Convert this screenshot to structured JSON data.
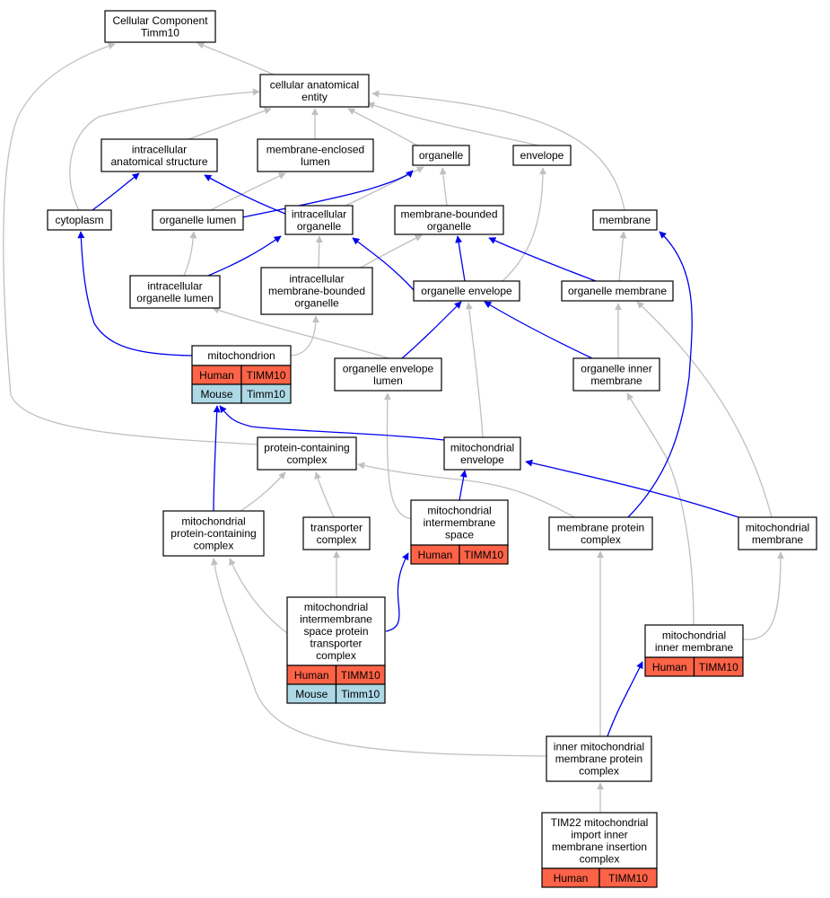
{
  "colors": {
    "grey_edge": "#c0c0c0",
    "blue_edge": "#0000ee",
    "human": "#ff6347",
    "mouse": "#add8e6"
  },
  "nodes": {
    "root": [
      "Cellular Component",
      "Timm10"
    ],
    "cae": [
      "cellular anatomical",
      "entity"
    ],
    "ias": [
      "intracellular",
      "anatomical structure"
    ],
    "mel": [
      "membrane-enclosed",
      "lumen"
    ],
    "organelle": [
      "organelle"
    ],
    "envelope": [
      "envelope"
    ],
    "cytoplasm": [
      "cytoplasm"
    ],
    "olumen": [
      "organelle lumen"
    ],
    "io": [
      "intracellular",
      "organelle"
    ],
    "mbo": [
      "membrane-bounded",
      "organelle"
    ],
    "membrane": [
      "membrane"
    ],
    "iol": [
      "intracellular",
      "organelle lumen"
    ],
    "imbo": [
      "intracellular",
      "membrane-bounded",
      "organelle"
    ],
    "oenv": [
      "organelle envelope"
    ],
    "omem": [
      "organelle membrane"
    ],
    "mito": [
      "mitochondrion"
    ],
    "oel": [
      "organelle envelope",
      "lumen"
    ],
    "oim": [
      "organelle inner",
      "membrane"
    ],
    "pcc": [
      "protein-containing",
      "complex"
    ],
    "menv": [
      "mitochondrial",
      "envelope"
    ],
    "mpcc": [
      "mitochondrial",
      "protein-containing",
      "complex"
    ],
    "tc": [
      "transporter",
      "complex"
    ],
    "mis": [
      "mitochondrial",
      "intermembrane",
      "space"
    ],
    "mpc": [
      "membrane protein",
      "complex"
    ],
    "mmem": [
      "mitochondrial",
      "membrane"
    ],
    "mistc": [
      "mitochondrial",
      "intermembrane",
      "space protein",
      "transporter",
      "complex"
    ],
    "mim": [
      "mitochondrial",
      "inner membrane"
    ],
    "impc": [
      "inner mitochondrial",
      "membrane protein",
      "complex"
    ],
    "tim22": [
      "TIM22 mitochondrial",
      "import inner",
      "membrane insertion",
      "complex"
    ]
  },
  "annotations": {
    "mito": [
      [
        "Human",
        "TIMM10"
      ],
      [
        "Mouse",
        "Timm10"
      ]
    ],
    "mis": [
      [
        "Human",
        "TIMM10"
      ]
    ],
    "mistc": [
      [
        "Human",
        "TIMM10"
      ],
      [
        "Mouse",
        "Timm10"
      ]
    ],
    "mim": [
      [
        "Human",
        "TIMM10"
      ]
    ],
    "tim22": [
      [
        "Human",
        "TIMM10"
      ]
    ]
  }
}
